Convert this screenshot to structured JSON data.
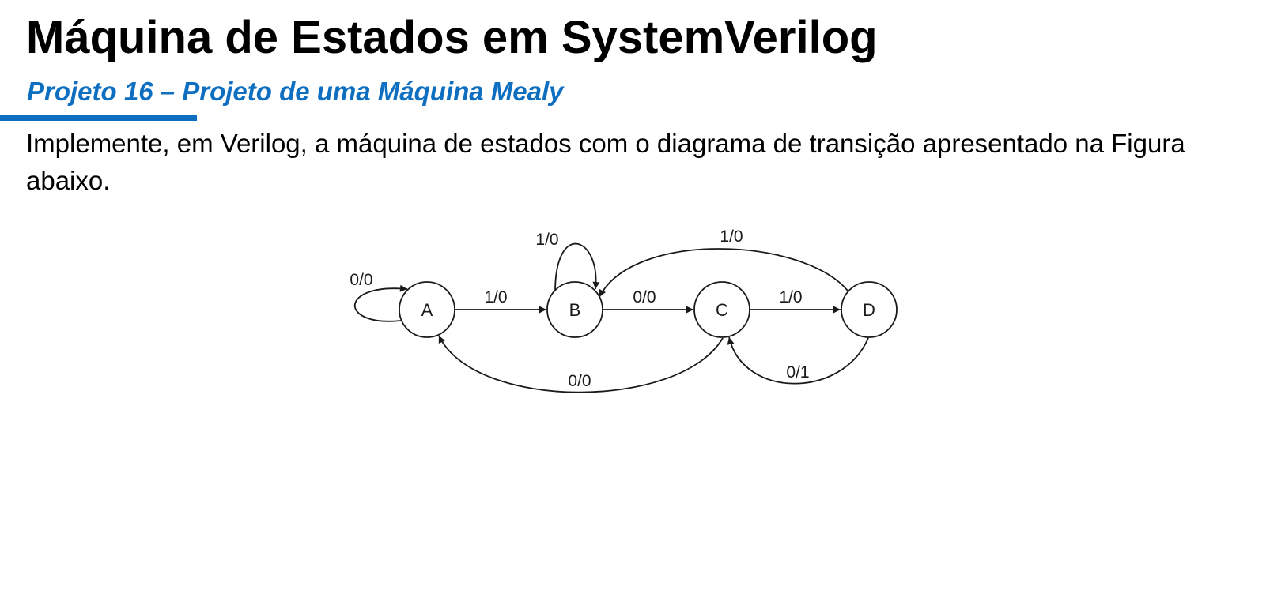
{
  "title": "Máquina de Estados em SystemVerilog",
  "subtitle": "Projeto 16 – Projeto de uma Máquina Mealy",
  "body": "Implemente, em Verilog, a máquina de estados com o diagrama de transição apresentado na Figura abaixo.",
  "colors": {
    "accent": "#0e6fc1",
    "text": "#000000"
  },
  "diagram": {
    "states": [
      {
        "id": "A",
        "label": "A"
      },
      {
        "id": "B",
        "label": "B"
      },
      {
        "id": "C",
        "label": "C"
      },
      {
        "id": "D",
        "label": "D"
      }
    ],
    "transitions": [
      {
        "from": "A",
        "to": "A",
        "label": "0/0"
      },
      {
        "from": "A",
        "to": "B",
        "label": "1/0"
      },
      {
        "from": "B",
        "to": "B",
        "label": "1/0"
      },
      {
        "from": "B",
        "to": "C",
        "label": "0/0"
      },
      {
        "from": "C",
        "to": "D",
        "label": "1/0"
      },
      {
        "from": "D",
        "to": "B",
        "label": "1/0"
      },
      {
        "from": "C",
        "to": "A",
        "label": "0/0"
      },
      {
        "from": "D",
        "to": "C",
        "label": "0/1"
      }
    ]
  }
}
